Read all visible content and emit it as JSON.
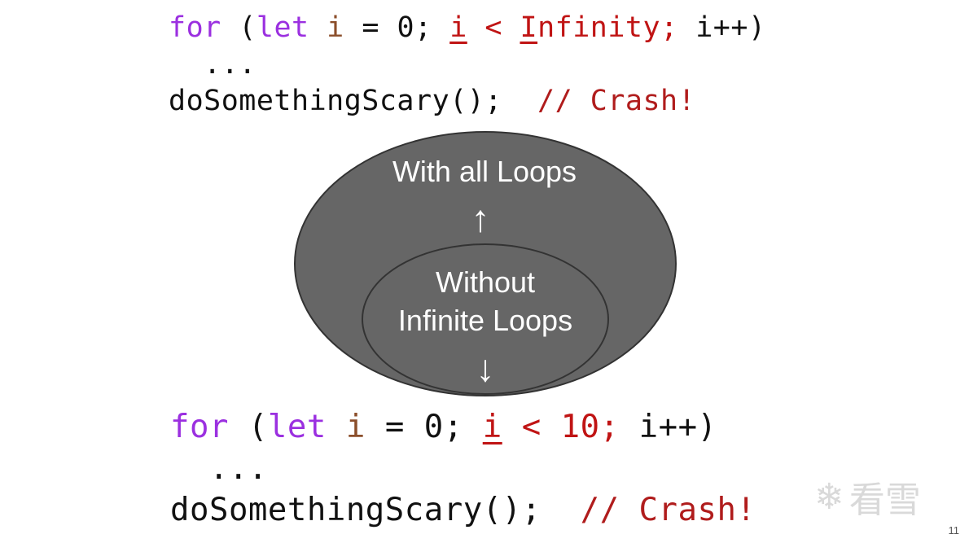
{
  "top_code": {
    "line1": {
      "for": "for",
      "paren_open": " (",
      "let": "let",
      "sp1": " ",
      "i": "i",
      "assign": " = 0; ",
      "i2": "i",
      "lt": " < ",
      "inf_I": "I",
      "inf_rest": "nfinity",
      "semi": ";",
      "rest": " i++)"
    },
    "line2": "  ...",
    "line3_call": "doSomethingScary();",
    "line3_comment": "// Crash!"
  },
  "diagram": {
    "outer_label": "With all Loops",
    "up_arrow": "↑",
    "inner_label_line1": "Without",
    "inner_label_line2": "Infinite Loops",
    "down_arrow": "↓"
  },
  "bottom_code": {
    "line1": {
      "for": "for",
      "paren_open": " (",
      "let": "let",
      "sp1": " ",
      "i": "i",
      "assign": " = 0; ",
      "i2": "i",
      "lt": " < ",
      "ten": "10",
      "semi": ";",
      "rest": " i++)"
    },
    "line2": "  ...",
    "line3_call": "doSomethingScary();",
    "line3_comment": "// Crash!"
  },
  "watermark": {
    "snowflake": "❄",
    "text": "看雪"
  },
  "page_number": "11",
  "colors": {
    "keyword": "#9b30e0",
    "variable": "#8b4e2a",
    "highlight_red": "#c01414",
    "comment": "#b01c1c",
    "ellipse_fill": "#666666",
    "ellipse_stroke": "#333333"
  }
}
